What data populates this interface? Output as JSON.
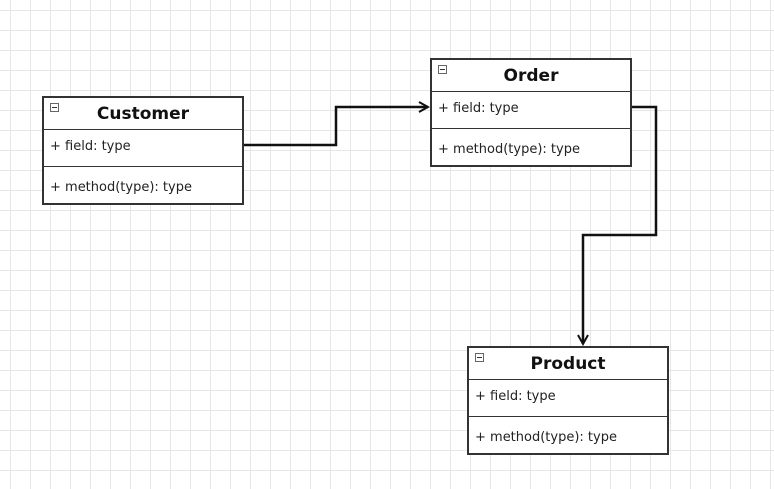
{
  "diagram": {
    "classes": [
      {
        "id": "customer",
        "name": "Customer",
        "field": "+ field: type",
        "method": "+ method(type): type"
      },
      {
        "id": "order",
        "name": "Order",
        "field": "+ field: type",
        "method": "+ method(type): type"
      },
      {
        "id": "product",
        "name": "Product",
        "field": "+ field: type",
        "method": "+ method(type): type"
      }
    ],
    "associations": [
      {
        "from": "Customer",
        "to": "Order"
      },
      {
        "from": "Order",
        "to": "Product"
      }
    ],
    "colors": {
      "line": "#111111",
      "border": "#333333",
      "grid": "#e6e6e6"
    }
  }
}
